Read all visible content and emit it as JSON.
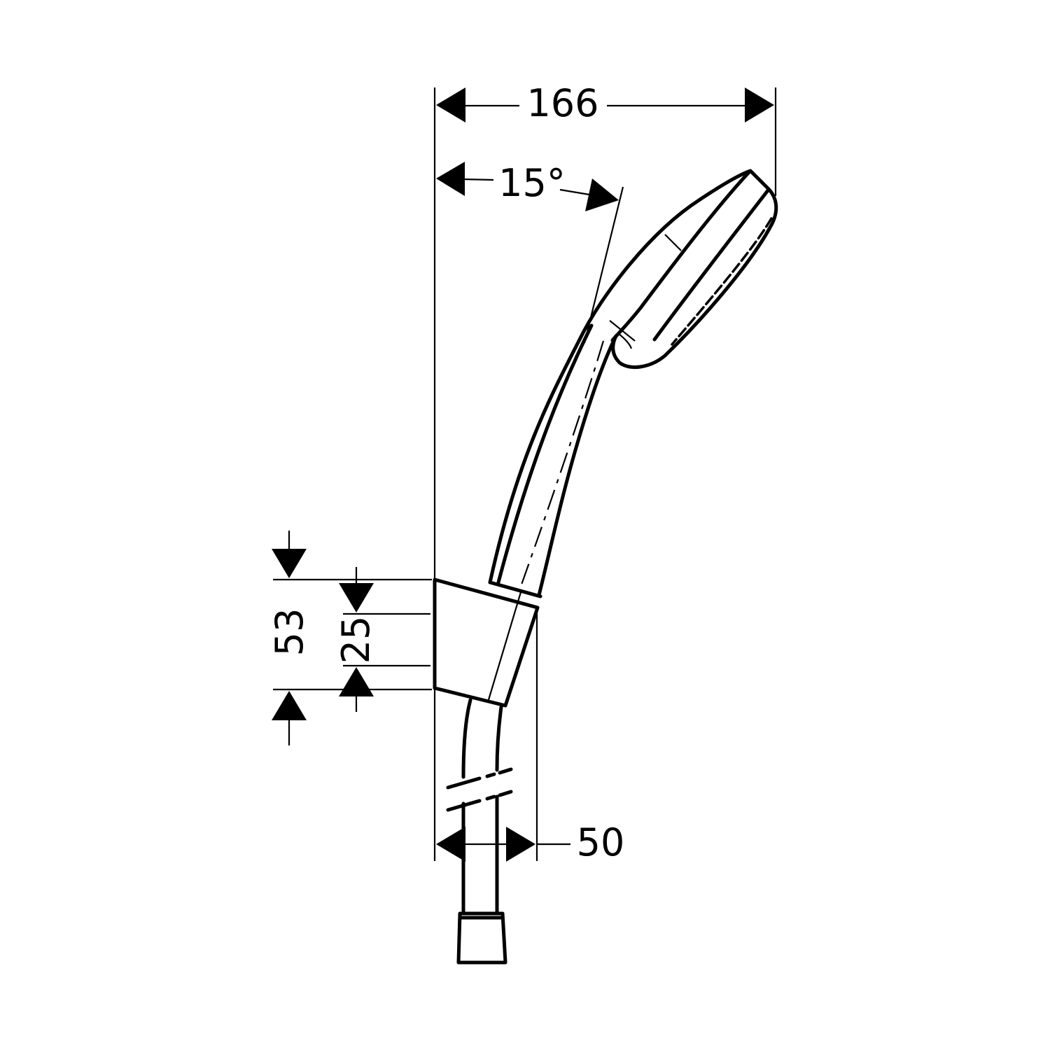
{
  "drawing": {
    "subject": "Hand shower with wall holder and hose",
    "colors": {
      "line": "#000000",
      "background": "#ffffff"
    },
    "dimensions": {
      "overall_width": {
        "value": "166",
        "unit": "mm"
      },
      "tilt_angle": {
        "value": "15°"
      },
      "holder_height": {
        "value": "53",
        "unit": "mm"
      },
      "holder_mount_height": {
        "value": "25",
        "unit": "mm"
      },
      "holder_projection": {
        "value": "50",
        "unit": "mm"
      }
    }
  }
}
